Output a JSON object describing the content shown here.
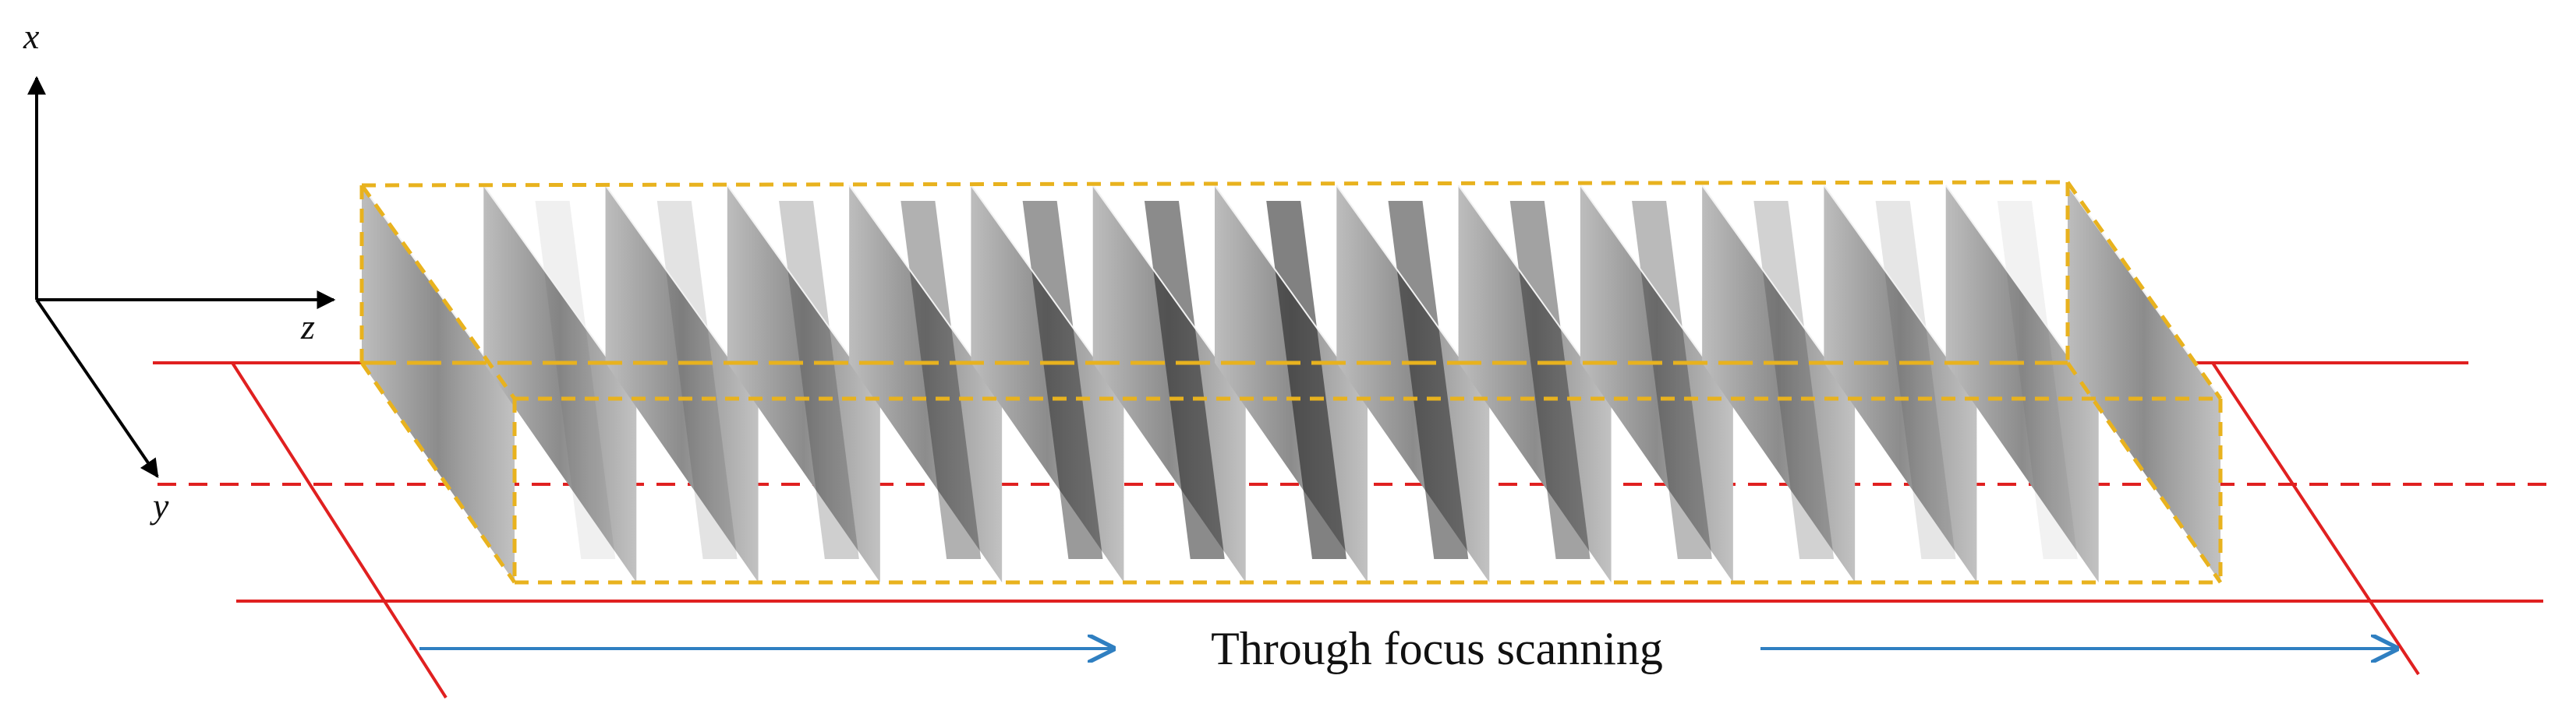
{
  "axes": {
    "x_label": "x",
    "y_label": "y",
    "z_label": "z"
  },
  "scan": {
    "caption": "Through focus scanning",
    "slice_count": 15,
    "slice_darkness": [
      0.05,
      0.12,
      0.22,
      0.38,
      0.62,
      0.8,
      0.92,
      1.0,
      0.9,
      0.74,
      0.55,
      0.36,
      0.2,
      0.1,
      0.05
    ]
  },
  "colors": {
    "frame": "#e8b21e",
    "reference_lines": "#e02020",
    "scan_arrow": "#2f7fc1",
    "axes": "#000000"
  }
}
